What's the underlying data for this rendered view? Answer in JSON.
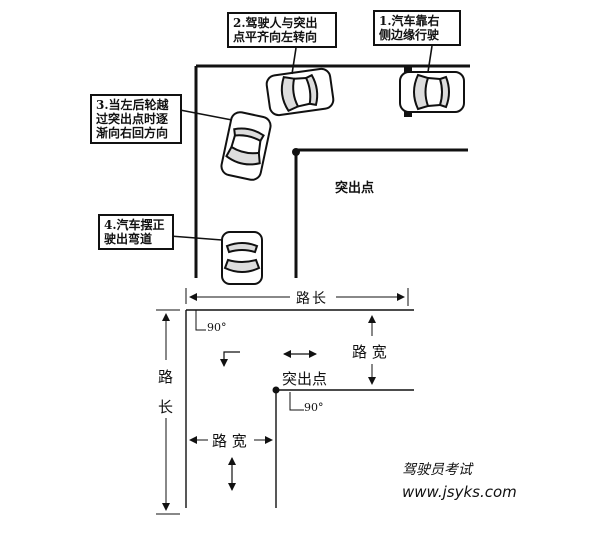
{
  "callouts": {
    "step1": {
      "line1": "1.汽车靠右",
      "line2": "侧边缘行驶"
    },
    "step2": {
      "line1": "2.驾驶人与突出",
      "line2": "点平齐向左转向"
    },
    "step3": {
      "line1": "3.当左后轮越",
      "line2": "过突出点时逐",
      "line3": "渐向右回方向"
    },
    "step4": {
      "line1": "4.汽车摆正",
      "line2": "驶出弯道"
    }
  },
  "labels": {
    "protrusion_top": "突出点",
    "road_length_horizontal": "路长",
    "road_width_right": "路 宽",
    "angle_top": "90°",
    "protrusion_bottom": "突出点",
    "angle_bottom": "90°",
    "road_length_vertical_1": "路",
    "road_length_vertical_2": "长",
    "road_width_bottom": "路 宽"
  },
  "watermark": {
    "line1": "驾驶员考试",
    "line2": "www.jsyks.com"
  }
}
